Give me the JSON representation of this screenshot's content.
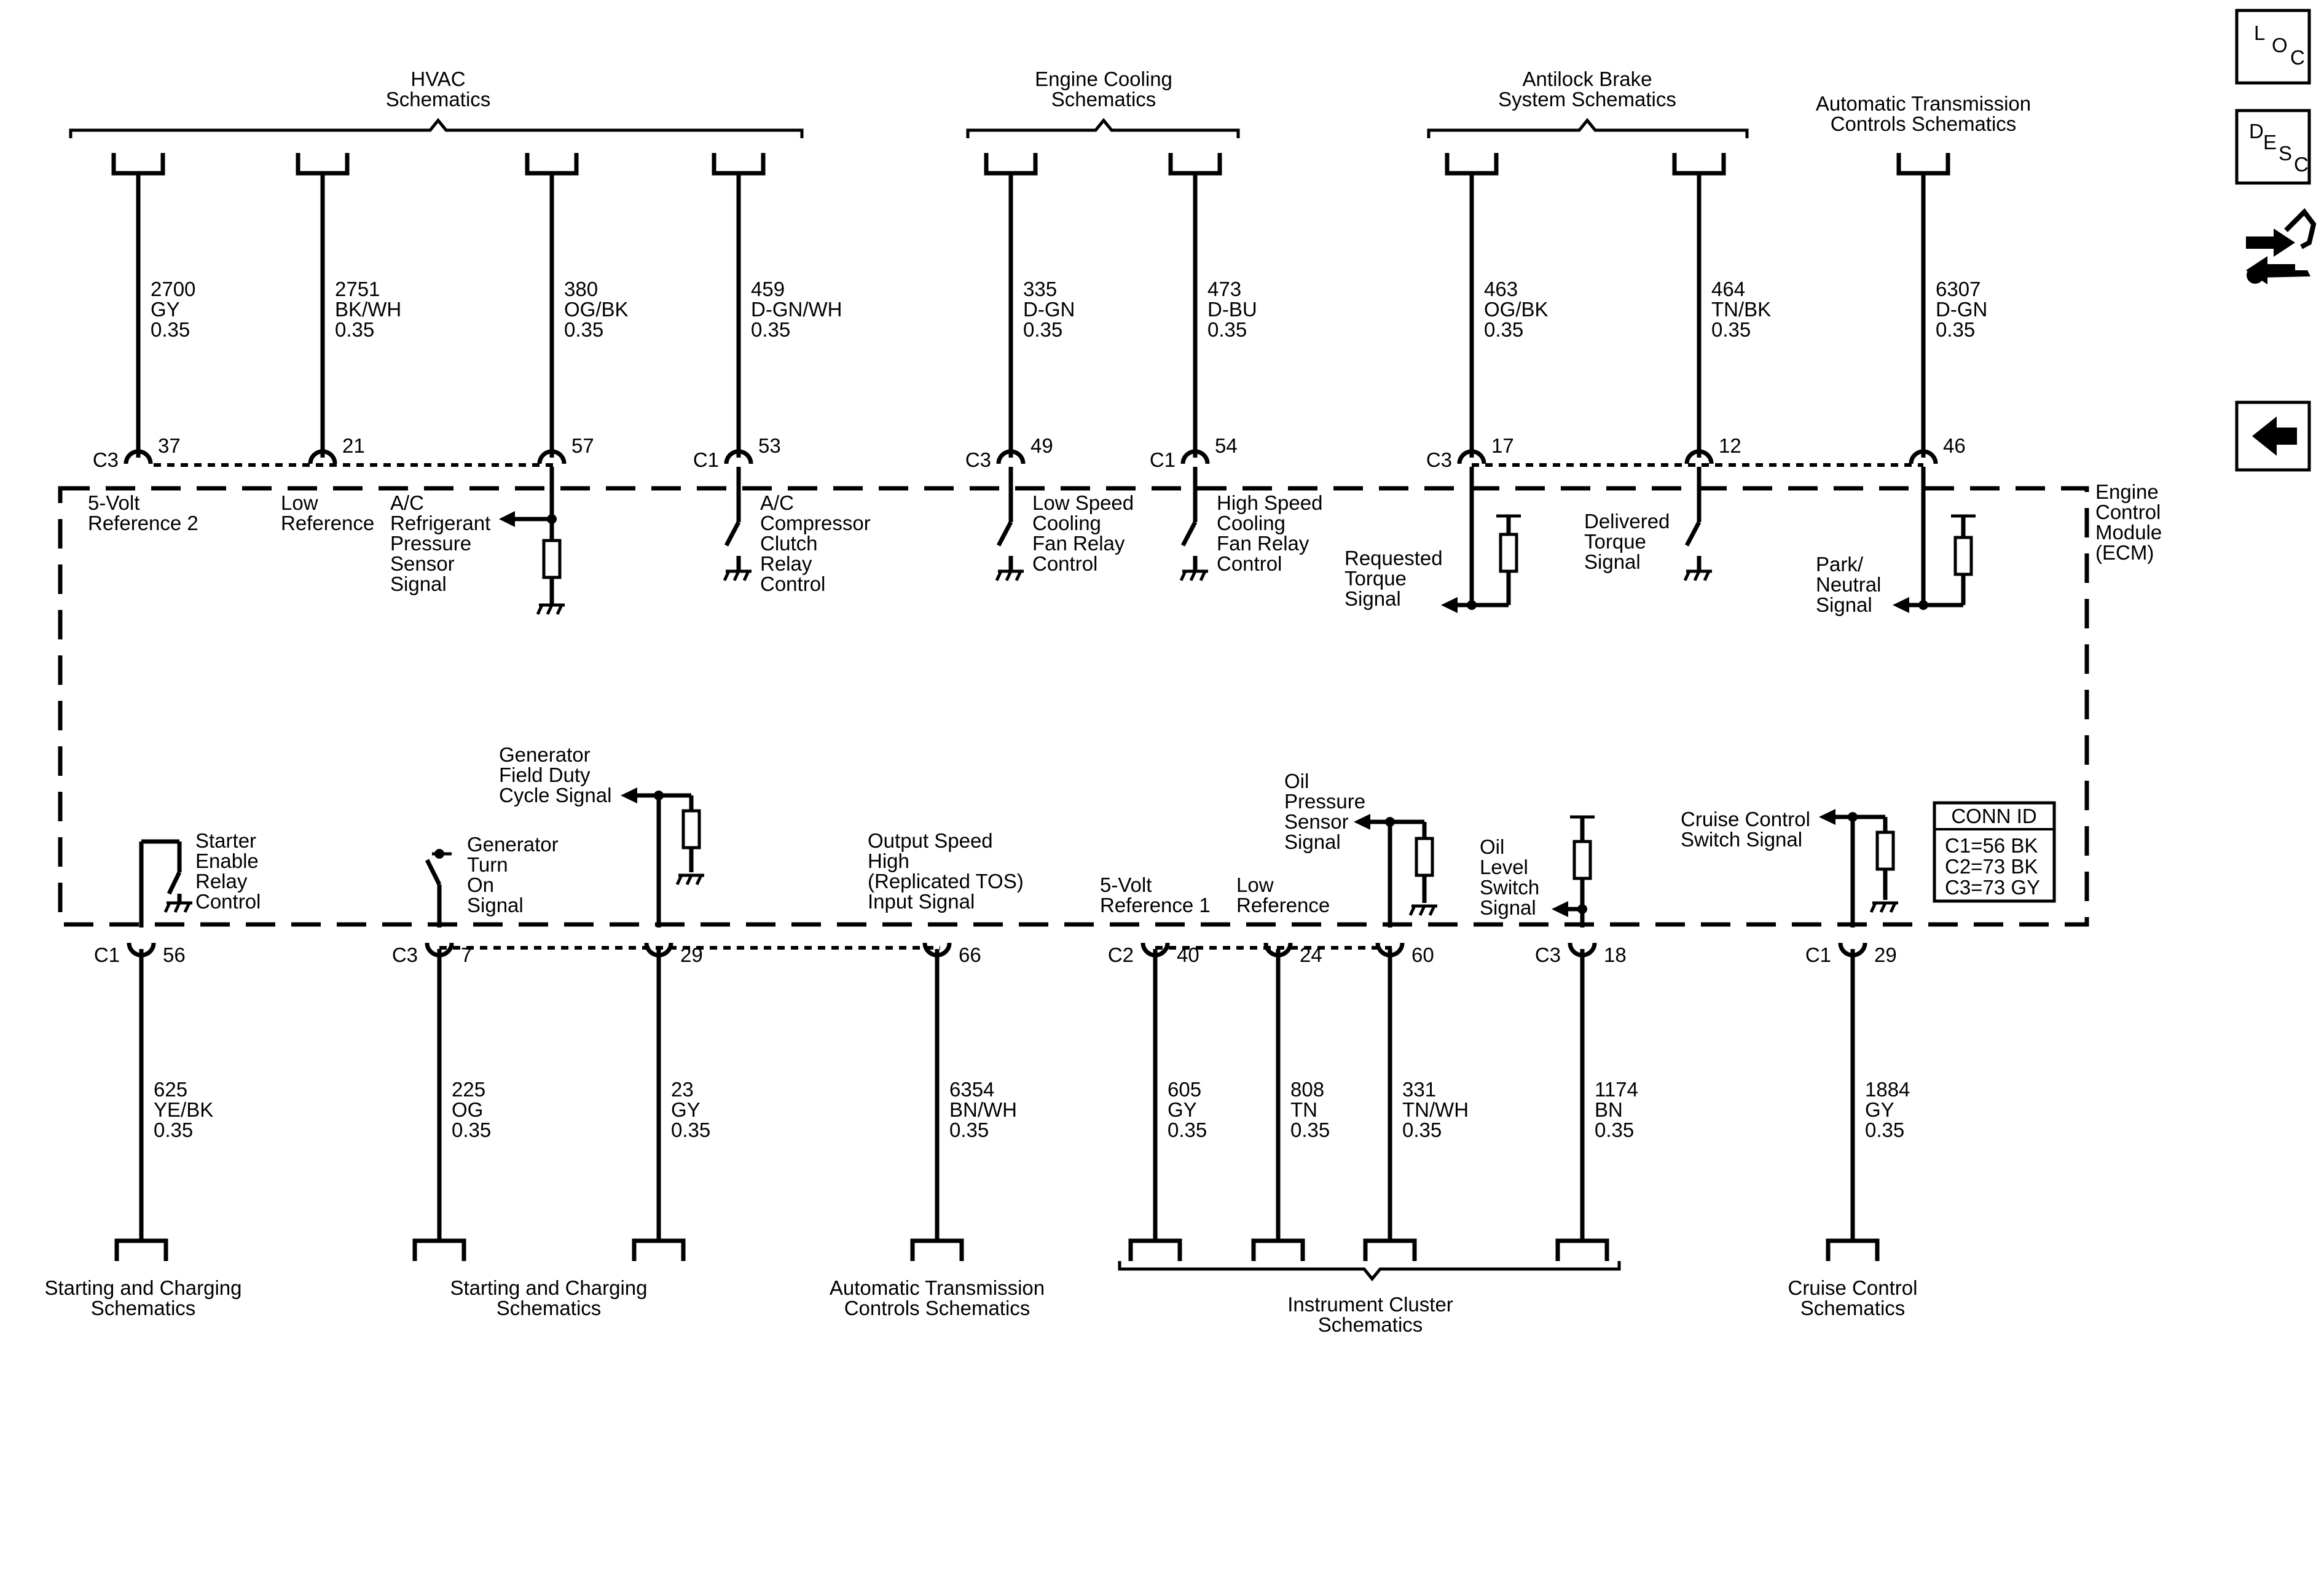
{
  "module": {
    "lines": [
      "Engine",
      "Control",
      "Module",
      "(ECM)"
    ]
  },
  "conn_id": {
    "title": "CONN ID",
    "rows": [
      "C1=56 BK",
      "C2=73 BK",
      "C3=73 GY"
    ]
  },
  "side_buttons": [
    {
      "name": "loc-button",
      "label": "LOC",
      "letters": [
        "L",
        "O",
        "C"
      ]
    },
    {
      "name": "desc-button",
      "label": "DESC",
      "letters": [
        "D",
        "E",
        "S",
        "C"
      ]
    },
    {
      "name": "repair-info-button",
      "icon": "arrows-wrench-icon"
    },
    {
      "name": "back-button",
      "icon": "left-arrow-icon"
    }
  ],
  "top_groups": [
    {
      "lines": [
        "HVAC",
        "Schematics"
      ]
    },
    {
      "lines": [
        "Engine Cooling",
        "Schematics"
      ]
    },
    {
      "lines": [
        "Antilock Brake",
        "System Schematics"
      ]
    },
    {
      "lines": [
        "Automatic Transmission",
        "Controls Schematics"
      ]
    }
  ],
  "top_circuits": [
    {
      "conn": "C3",
      "pin": "37",
      "wire": [
        "2700",
        "GY",
        "0.35"
      ],
      "signal": [
        "5-Volt",
        "Reference 2"
      ]
    },
    {
      "conn": "",
      "pin": "21",
      "wire": [
        "2751",
        "BK/WH",
        "0.35"
      ],
      "signal": [
        "Low",
        "Reference"
      ]
    },
    {
      "conn": "",
      "pin": "57",
      "wire": [
        "380",
        "OG/BK",
        "0.35"
      ],
      "signal": [
        "A/C",
        "Refrigerant",
        "Pressure",
        "Sensor",
        "Signal"
      ]
    },
    {
      "conn": "C1",
      "pin": "53",
      "wire": [
        "459",
        "D-GN/WH",
        "0.35"
      ],
      "signal": [
        "A/C",
        "Compressor",
        "Clutch",
        "Relay",
        "Control"
      ]
    },
    {
      "conn": "C3",
      "pin": "49",
      "wire": [
        "335",
        "D-GN",
        "0.35"
      ],
      "signal": [
        "Low Speed",
        "Cooling",
        "Fan Relay",
        "Control"
      ]
    },
    {
      "conn": "C1",
      "pin": "54",
      "wire": [
        "473",
        "D-BU",
        "0.35"
      ],
      "signal": [
        "High Speed",
        "Cooling",
        "Fan Relay",
        "Control"
      ]
    },
    {
      "conn": "C3",
      "pin": "17",
      "wire": [
        "463",
        "OG/BK",
        "0.35"
      ],
      "signal": [
        "Requested",
        "Torque",
        "Signal"
      ]
    },
    {
      "conn": "",
      "pin": "12",
      "wire": [
        "464",
        "TN/BK",
        "0.35"
      ],
      "signal": [
        "Delivered",
        "Torque",
        "Signal"
      ]
    },
    {
      "conn": "",
      "pin": "46",
      "wire": [
        "6307",
        "D-GN",
        "0.35"
      ],
      "signal": [
        "Park/",
        "Neutral",
        "Signal"
      ]
    }
  ],
  "bottom_circuits": [
    {
      "conn": "C1",
      "pin": "56",
      "wire": [
        "625",
        "YE/BK",
        "0.35"
      ],
      "signal": [
        "Starter",
        "Enable",
        "Relay",
        "Control"
      ]
    },
    {
      "conn": "C3",
      "pin": "7",
      "wire": [
        "225",
        "OG",
        "0.35"
      ],
      "signal": [
        "Generator",
        "Turn",
        "On",
        "Signal"
      ]
    },
    {
      "conn": "",
      "pin": "29",
      "wire": [
        "23",
        "GY",
        "0.35"
      ],
      "signal": [
        "Generator",
        "Field Duty",
        "Cycle Signal"
      ]
    },
    {
      "conn": "",
      "pin": "66",
      "wire": [
        "6354",
        "BN/WH",
        "0.35"
      ],
      "signal": [
        "Output Speed",
        "High",
        "(Replicated TOS)",
        "Input Signal"
      ]
    },
    {
      "conn": "C2",
      "pin": "40",
      "wire": [
        "605",
        "GY",
        "0.35"
      ],
      "signal": [
        "5-Volt",
        "Reference 1"
      ]
    },
    {
      "conn": "",
      "pin": "24",
      "wire": [
        "808",
        "TN",
        "0.35"
      ],
      "signal": [
        "Low",
        "Reference"
      ]
    },
    {
      "conn": "",
      "pin": "60",
      "wire": [
        "331",
        "TN/WH",
        "0.35"
      ],
      "signal": [
        "Oil",
        "Pressure",
        "Sensor",
        "Signal"
      ]
    },
    {
      "conn": "C3",
      "pin": "18",
      "wire": [
        "1174",
        "BN",
        "0.35"
      ],
      "signal": [
        "Oil",
        "Level",
        "Switch",
        "Signal"
      ]
    },
    {
      "conn": "C1",
      "pin": "29",
      "wire": [
        "1884",
        "GY",
        "0.35"
      ],
      "signal": [
        "Cruise Control",
        "Switch Signal"
      ]
    }
  ],
  "bottom_groups": [
    {
      "lines": [
        "Starting and Charging",
        "Schematics"
      ]
    },
    {
      "lines": [
        "Starting and Charging",
        "Schematics"
      ]
    },
    {
      "lines": [
        "Automatic Transmission",
        "Controls Schematics"
      ]
    },
    {
      "lines": [
        "Instrument Cluster",
        "Schematics"
      ]
    },
    {
      "lines": [
        "Cruise Control",
        "Schematics"
      ]
    }
  ]
}
